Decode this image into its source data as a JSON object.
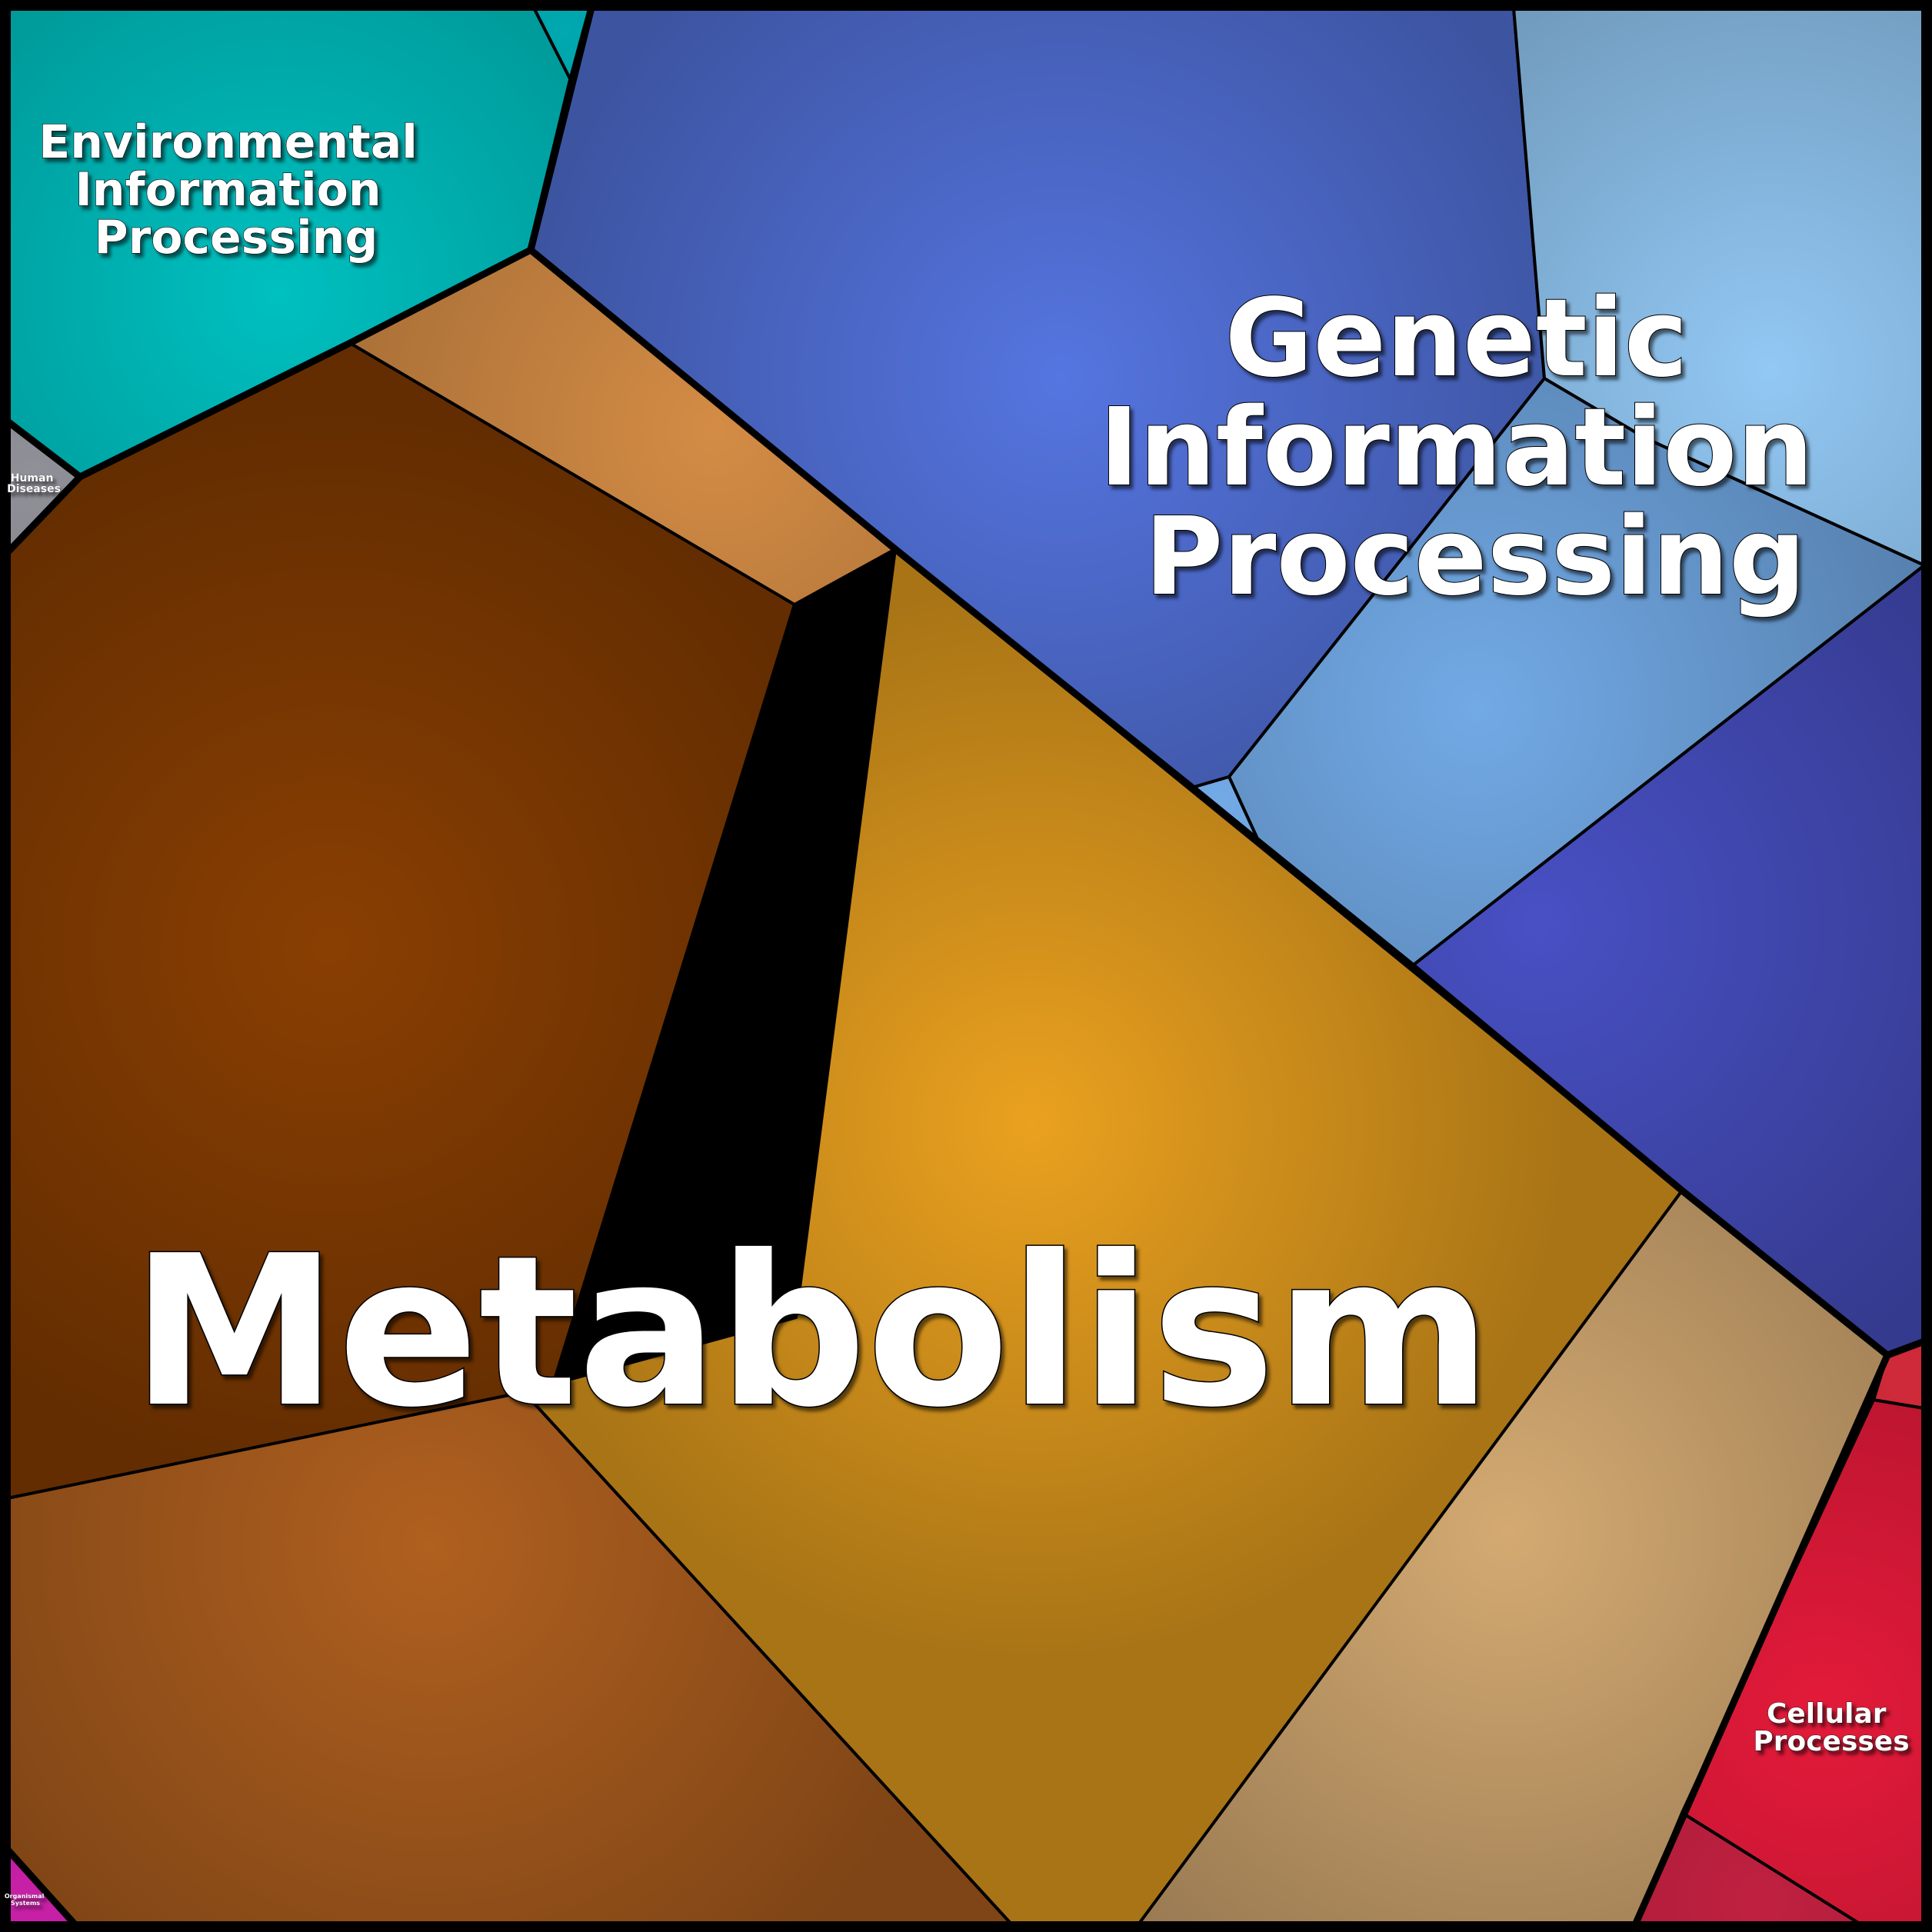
{
  "diagram": {
    "type": "voronoi-treemap",
    "categories": [
      {
        "id": "metabolism",
        "label": "Metabolism",
        "color": "#d89a1f",
        "subcells": [
          {
            "id": "met-center",
            "color": "#eaa11f"
          },
          {
            "id": "met-left",
            "color": "#8a3f02"
          },
          {
            "id": "met-bottom-left",
            "color": "#b0601f"
          },
          {
            "id": "met-upper",
            "color": "#d48c45"
          },
          {
            "id": "met-lower-right",
            "color": "#d4aa72"
          }
        ]
      },
      {
        "id": "genetic",
        "label_lines": [
          "Genetic",
          "Information",
          "Processing"
        ],
        "color": "#4d6ad8",
        "subcells": [
          {
            "id": "gen-main",
            "color": "#5575e0"
          },
          {
            "id": "gen-top-right",
            "color": "#92c8f4"
          },
          {
            "id": "gen-mid-right",
            "color": "#72aae6"
          },
          {
            "id": "gen-lower-right",
            "color": "#4850c4"
          },
          {
            "id": "gen-small",
            "color": "#72aae6"
          }
        ]
      },
      {
        "id": "environmental",
        "label_lines": [
          "Environmental",
          "Information",
          "Processing"
        ],
        "color": "#00b8b8",
        "subcells": [
          {
            "id": "env-main",
            "color": "#00c0c0"
          },
          {
            "id": "env-small",
            "color": "#00a8b0"
          }
        ]
      },
      {
        "id": "cellular",
        "label_lines": [
          "Cellular",
          "Processes"
        ],
        "color": "#d81a36",
        "subcells": [
          {
            "id": "cel-main",
            "color": "#e41a3a"
          },
          {
            "id": "cel-bottom",
            "color": "#c02040"
          },
          {
            "id": "cel-top",
            "color": "#d02a3a"
          }
        ]
      },
      {
        "id": "human-diseases",
        "label_lines": [
          "Human",
          "Diseases"
        ],
        "color": "#8a8a94",
        "subcells": [
          {
            "id": "hum-main",
            "color": "#909098"
          }
        ]
      },
      {
        "id": "organismal",
        "label_lines": [
          "Organismal",
          "Systems"
        ],
        "color": "#c020a0",
        "subcells": [
          {
            "id": "org-main",
            "color": "#c820a8"
          }
        ]
      }
    ]
  }
}
